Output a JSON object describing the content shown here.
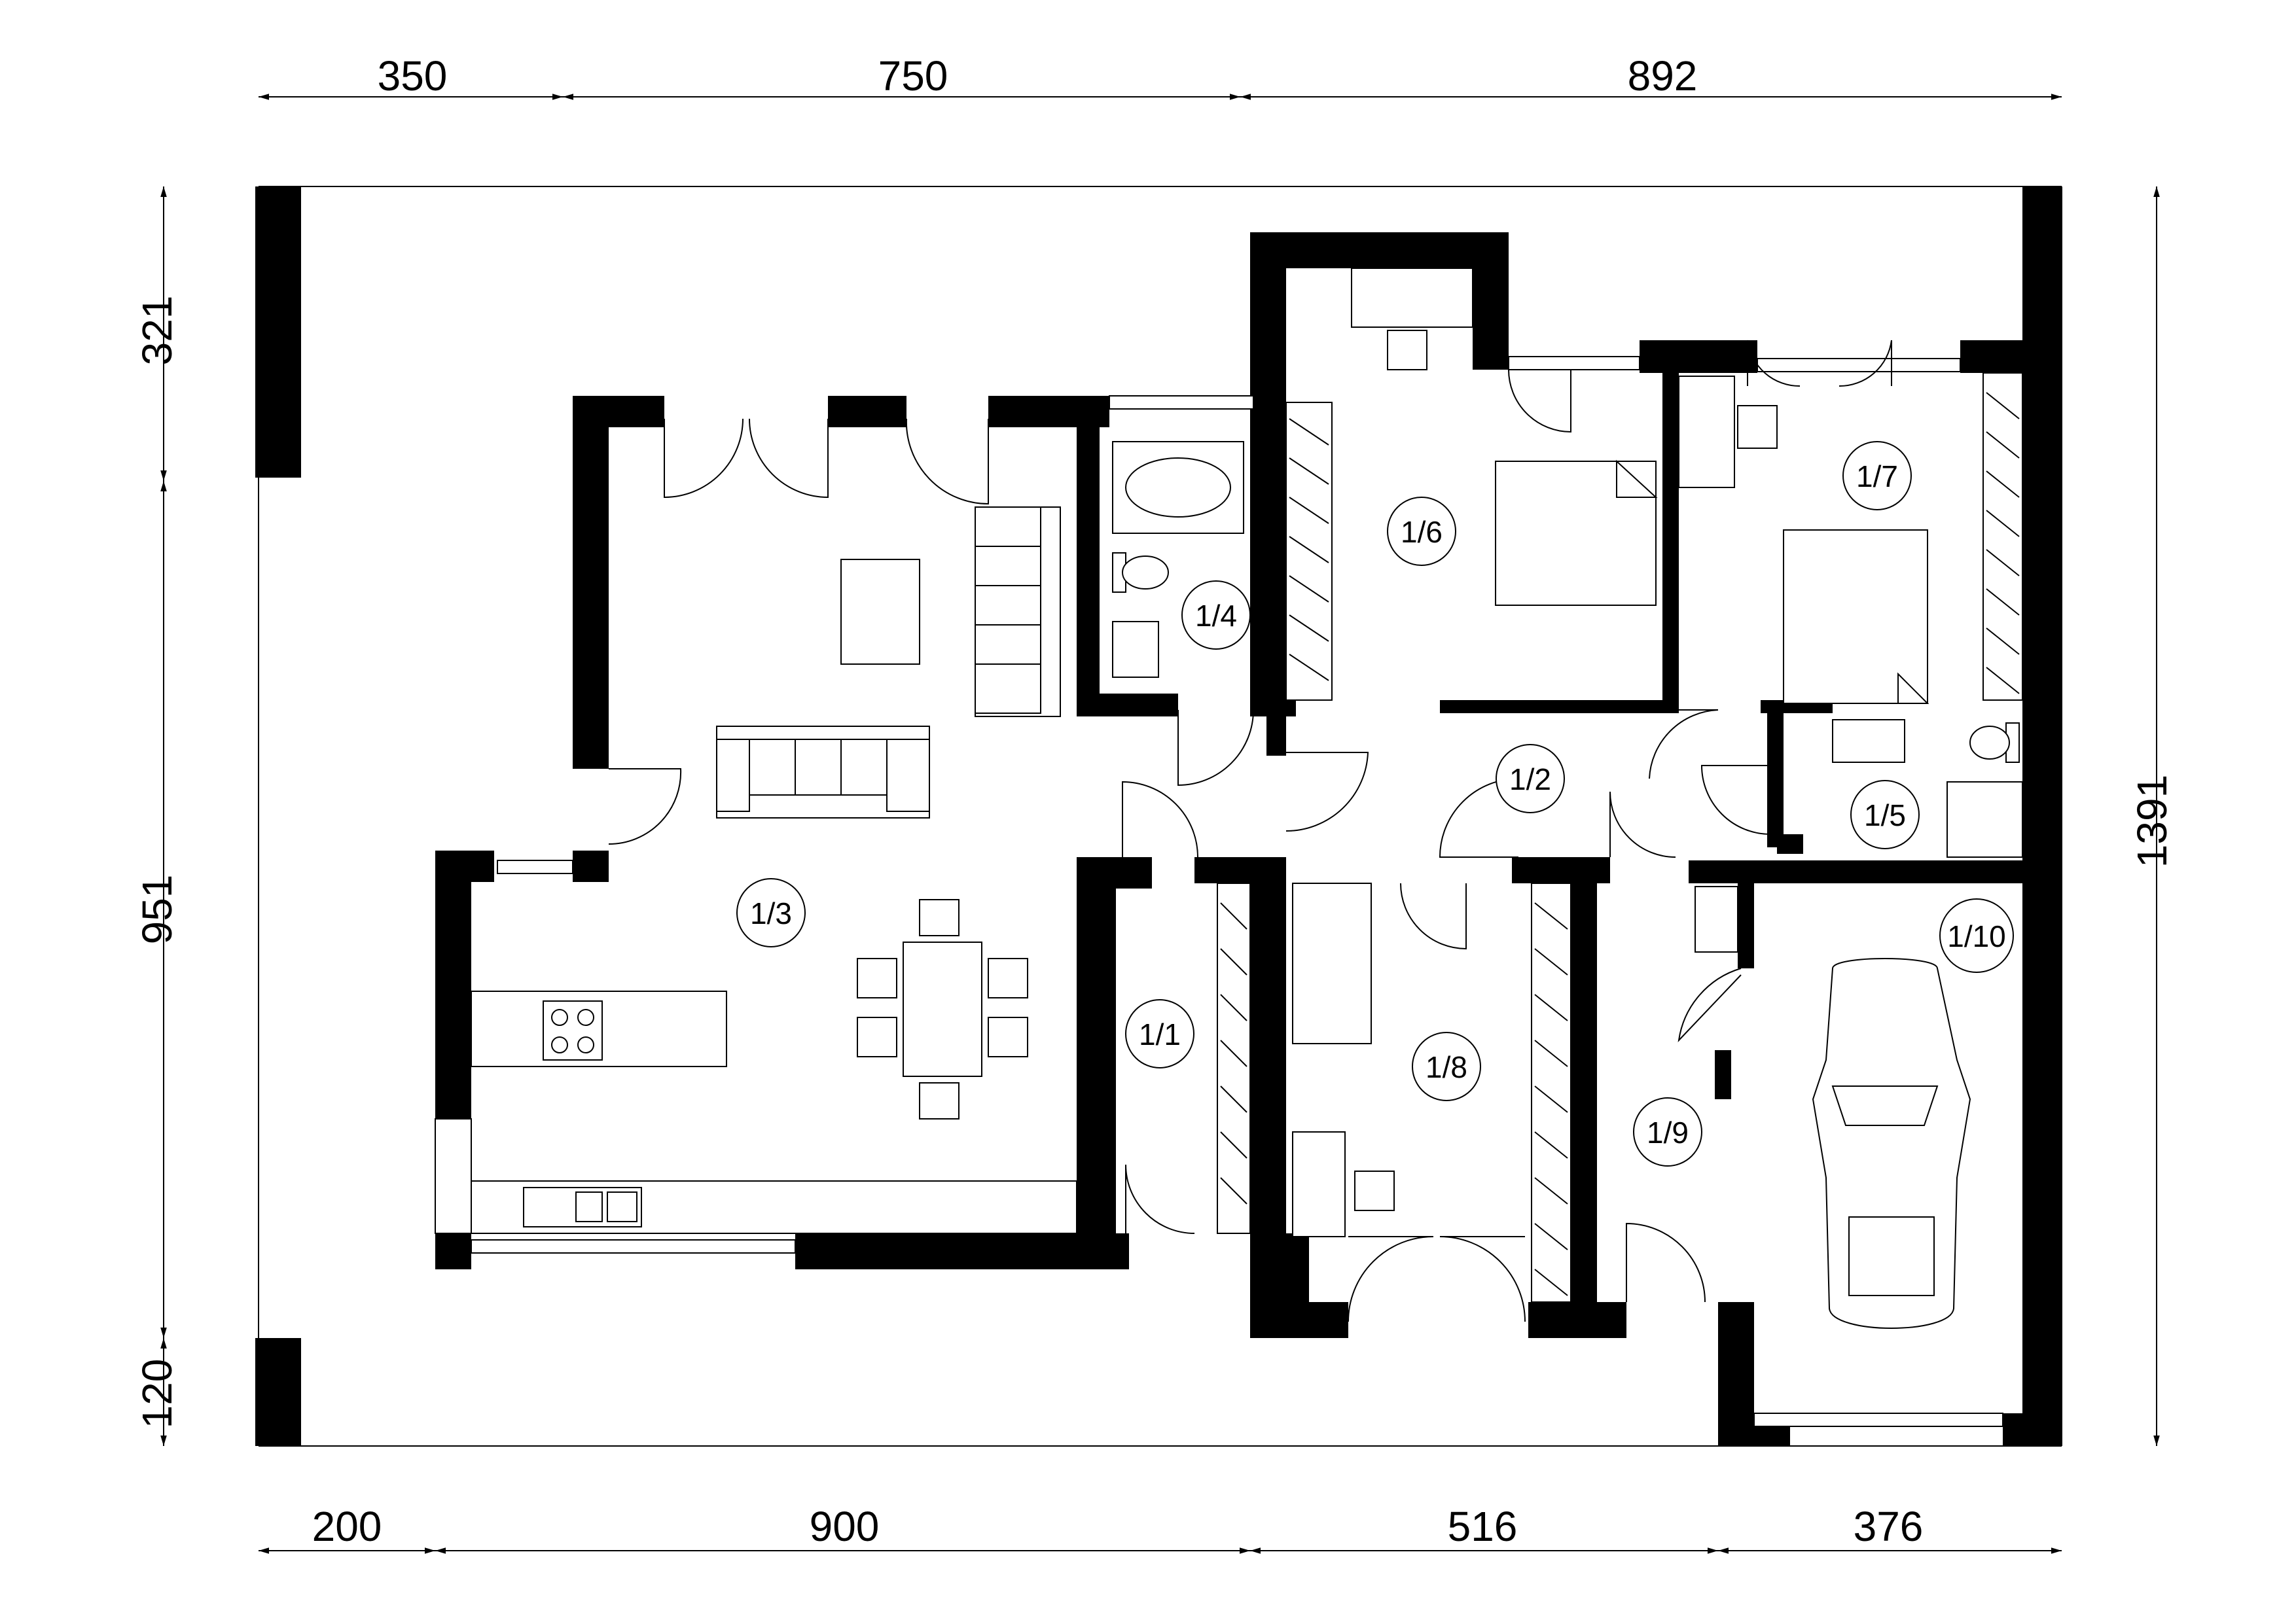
{
  "dimensions": {
    "top": [
      "350",
      "750",
      "892"
    ],
    "bottom": [
      "200",
      "900",
      "516",
      "376"
    ],
    "left": [
      "321",
      "951",
      "120"
    ],
    "right": [
      "1391"
    ]
  },
  "rooms": [
    "1/1",
    "1/2",
    "1/3",
    "1/4",
    "1/5",
    "1/6",
    "1/7",
    "1/8",
    "1/9",
    "1/10"
  ],
  "icons": [
    "car-icon",
    "bathtub-icon",
    "toilet-icon",
    "sink-icon",
    "bed-icon",
    "sofa-icon",
    "table-icon",
    "chair-icon",
    "stove-icon",
    "wardrobe-icon",
    "door-swing-icon"
  ],
  "colors": {
    "wall": "#000000",
    "background": "#ffffff"
  }
}
